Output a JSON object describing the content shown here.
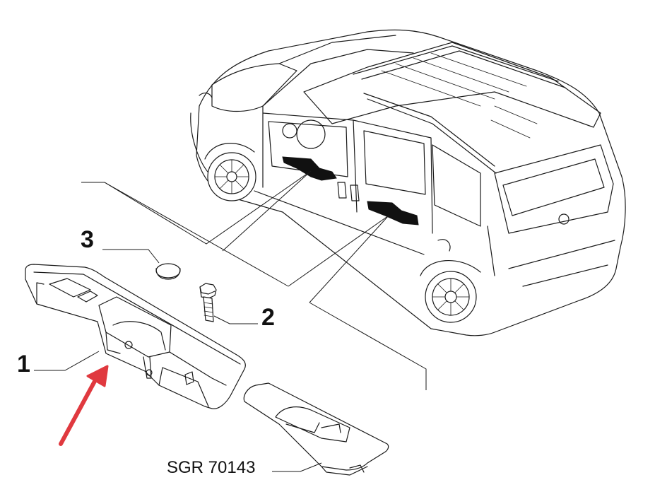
{
  "callouts": {
    "part_1": "1",
    "part_2": "2",
    "part_3": "3"
  },
  "reference_code": "SGR 70143",
  "icons": {
    "vehicle": "van-outline-icon",
    "switch_panel": "window-switch-panel-icon",
    "bolt": "bolt-icon",
    "cap": "plug-cap-icon",
    "arrow": "pointer-arrow-icon"
  },
  "colors": {
    "line": "#1a1a1a",
    "highlight_arrow": "#e0393f",
    "background": "#ffffff"
  }
}
